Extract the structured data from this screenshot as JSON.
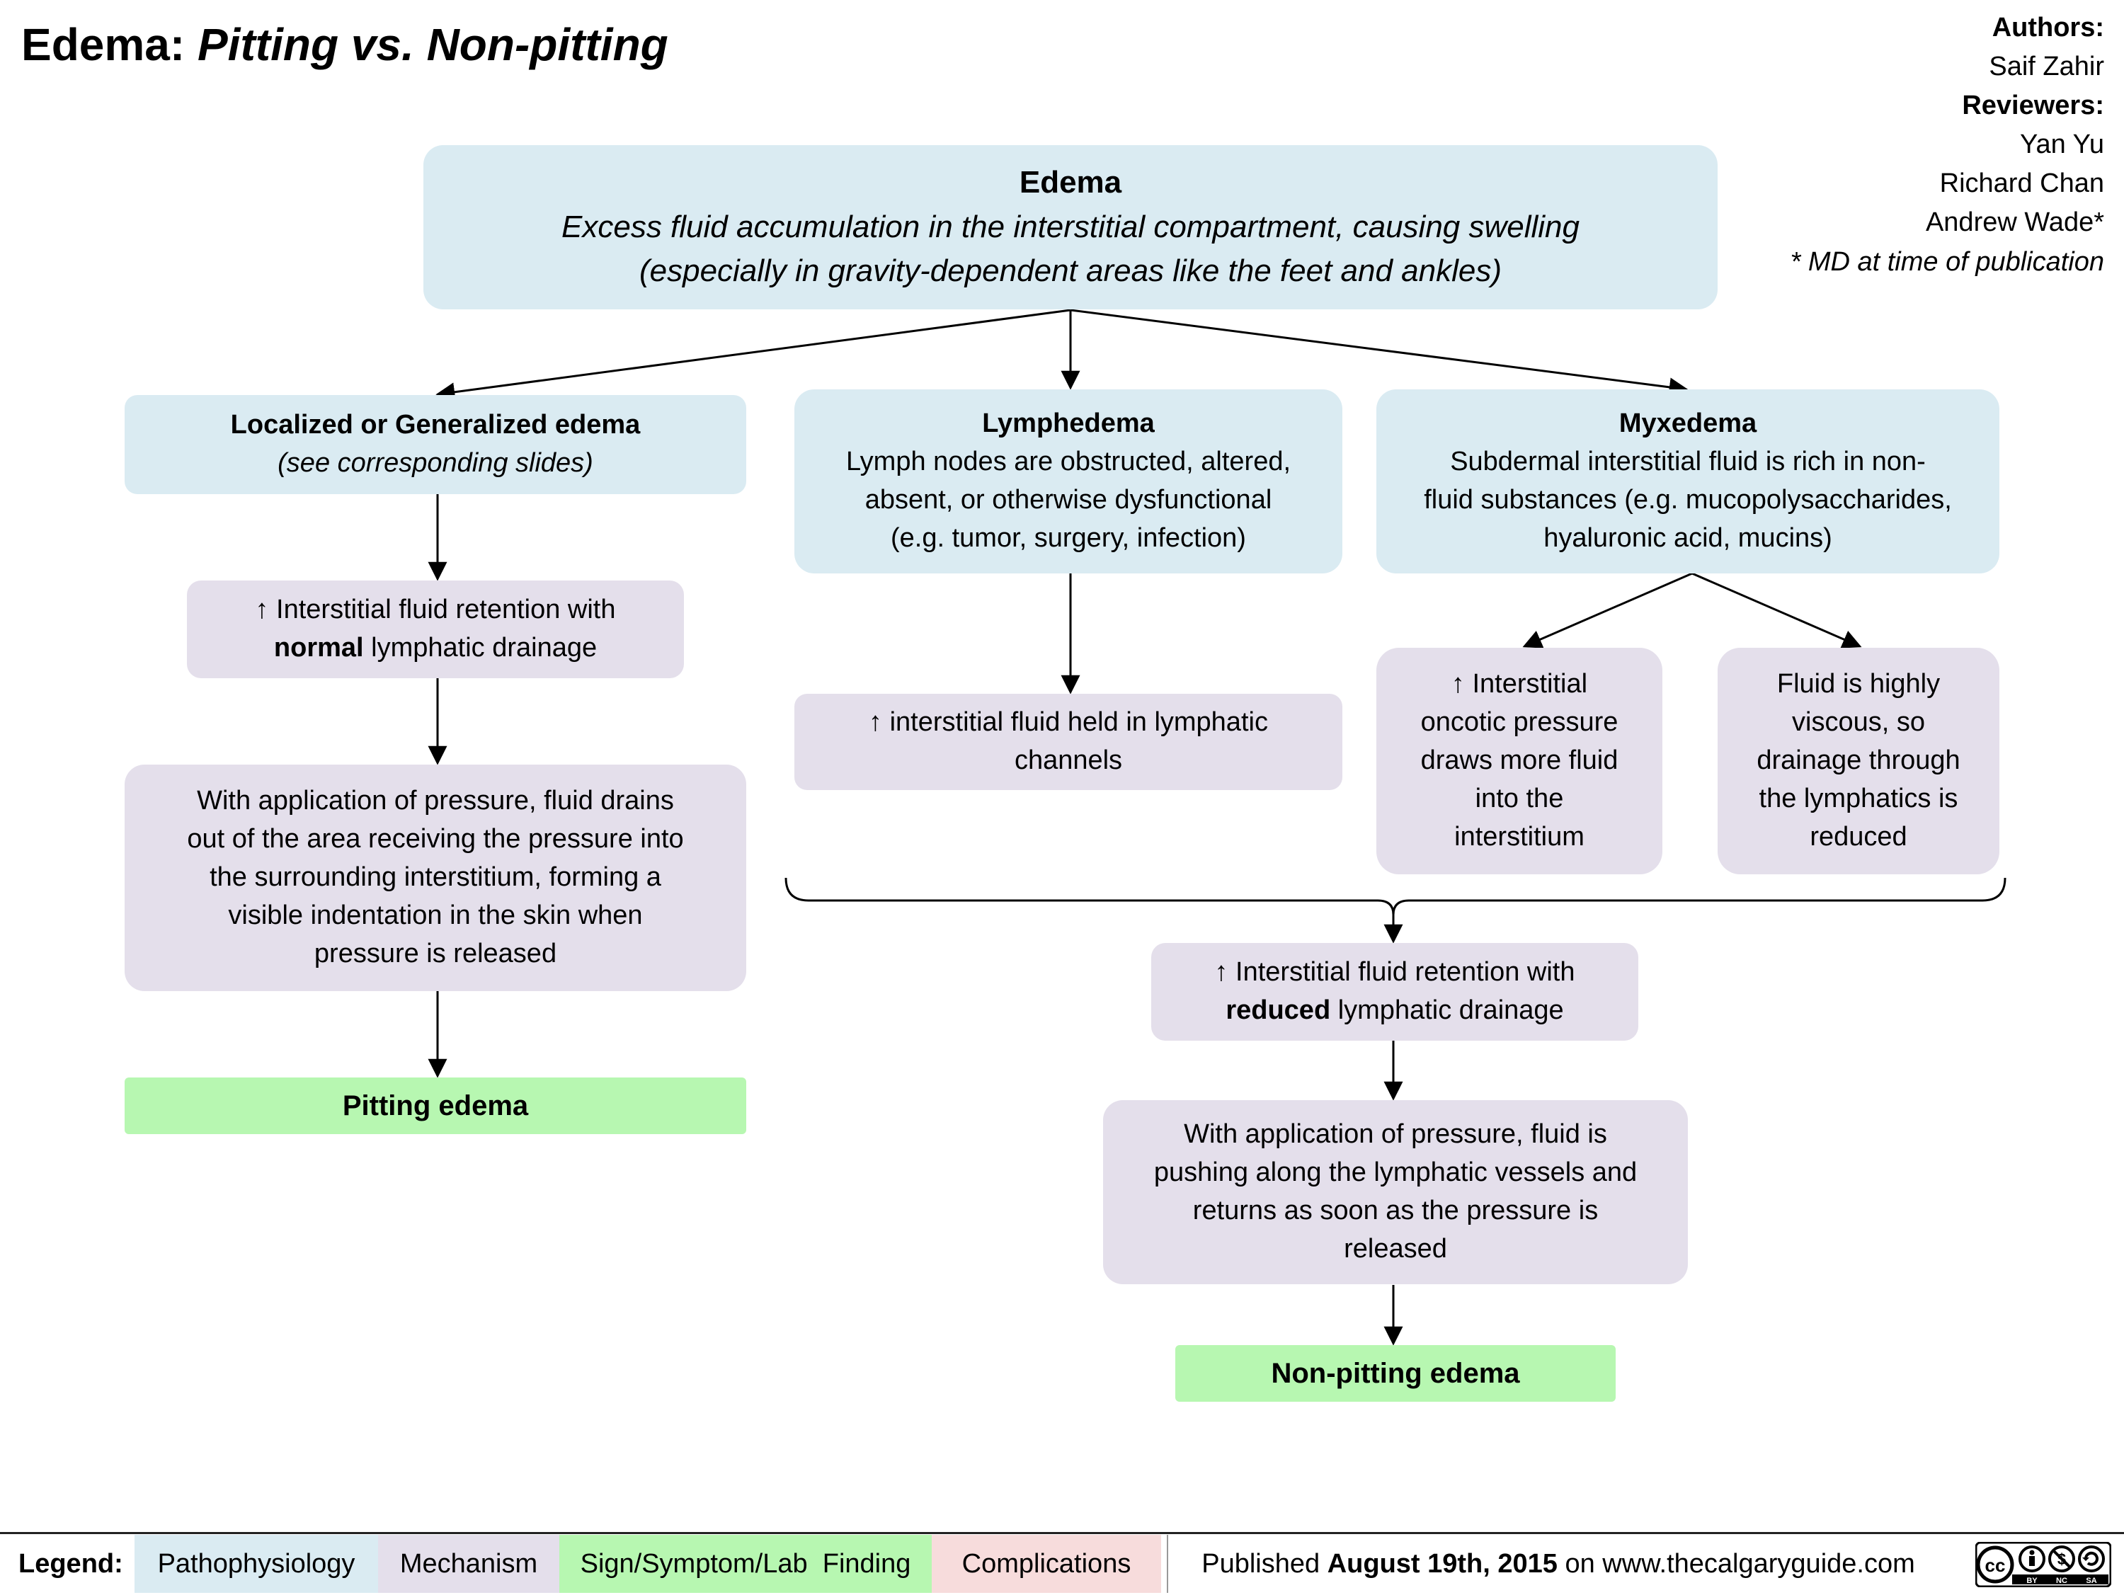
{
  "title": {
    "main": "Edema:",
    "sub": "Pitting vs. Non-pitting"
  },
  "credits": {
    "authors_label": "Authors:",
    "authors": [
      "Saif Zahir"
    ],
    "reviewers_label": "Reviewers:",
    "reviewers": [
      "Yan Yu",
      "Richard Chan",
      "Andrew Wade*"
    ],
    "note": "* MD at time of publication"
  },
  "nodes": {
    "edema": {
      "title": "Edema",
      "line1": "Excess fluid accumulation in the interstitial compartment, causing swelling",
      "line2": "(especially in gravity-dependent areas like the feet and ankles)"
    },
    "localized": {
      "title": "Localized or Generalized edema",
      "sub": "(see corresponding slides)"
    },
    "lymphedema": {
      "title": "Lymphedema",
      "line1": "Lymph nodes are obstructed, altered,",
      "line2": "absent, or otherwise dysfunctional",
      "line3": "(e.g. tumor, surgery, infection)"
    },
    "myxedema": {
      "title": "Myxedema",
      "line1": "Subdermal interstitial fluid is rich in non-",
      "line2": "fluid substances (e.g. mucopolysaccharides,",
      "line3": "hyaluronic acid, mucins)"
    },
    "normal_drainage": {
      "line1": "↑ Interstitial fluid retention with",
      "bold": "normal",
      "rest": " lymphatic drainage"
    },
    "pitting_mech": {
      "lines": [
        "With application of pressure, fluid drains",
        "out of the area receiving the pressure into",
        "the surrounding interstitium, forming a",
        "visible indentation in the skin when",
        "pressure is released"
      ]
    },
    "pitting_edema": "Pitting edema",
    "lymph_channels": {
      "line1": "↑ interstitial fluid held in lymphatic",
      "line2": "channels"
    },
    "oncotic": {
      "lines": [
        "↑ Interstitial",
        "oncotic pressure",
        "draws more fluid",
        "into the",
        "interstitium"
      ]
    },
    "viscous": {
      "lines": [
        "Fluid is highly",
        "viscous, so",
        "drainage through",
        "the lymphatics is",
        "reduced"
      ]
    },
    "reduced_drainage": {
      "line1": "↑ Interstitial fluid retention with",
      "bold": "reduced",
      "rest": " lymphatic drainage"
    },
    "nonpitting_mech": {
      "lines": [
        "With application of pressure, fluid is",
        "pushing along the lymphatic vessels and",
        "returns as soon as the pressure is",
        "released"
      ]
    },
    "nonpitting_edema": "Non-pitting edema"
  },
  "legend": {
    "label": "Legend:",
    "items": [
      {
        "text": "Pathophysiology",
        "color": "#daebf2"
      },
      {
        "text": "Mechanism",
        "color": "#e4dfeb"
      },
      {
        "text": "Sign/Symptom/Lab  Finding",
        "color": "#b7f7b1"
      },
      {
        "text": "Complications",
        "color": "#f7dcdc"
      }
    ],
    "published_prefix": "Published",
    "published_date": "August 19th, 2015",
    "published_suffix": "on www.thecalgaryguide.com"
  },
  "license_icon": "cc-by-nc-sa-icon"
}
